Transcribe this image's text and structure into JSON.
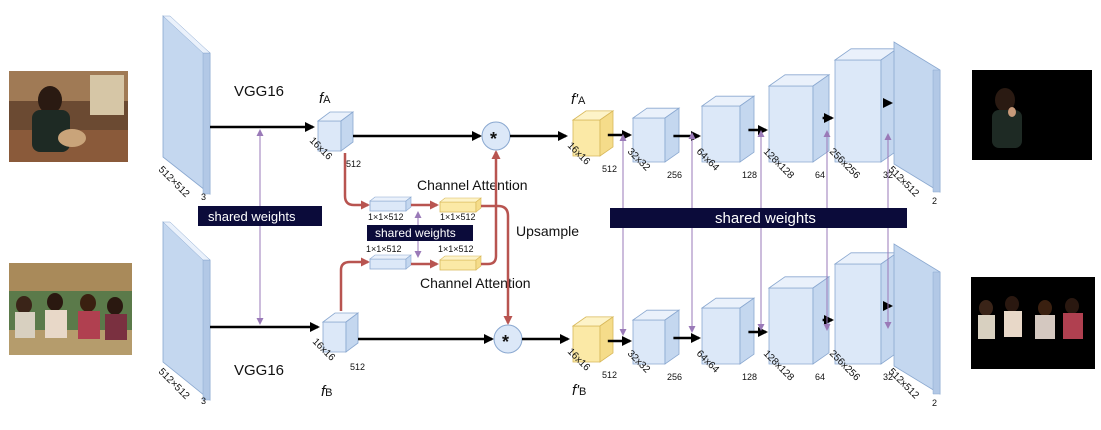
{
  "top_branch": {
    "backbone": "VGG16",
    "input_dim": "512×512",
    "input_ch": "3",
    "feature_name": "f",
    "feature_sub": "A",
    "feature_dim": "16x16",
    "feature_ch": "512",
    "upsampled_feature_name": "f'",
    "upsampled_feature_sub": "A"
  },
  "bottom_branch": {
    "backbone": "VGG16",
    "input_dim": "512×512",
    "input_ch": "3",
    "feature_name": "f",
    "feature_sub": "B",
    "feature_dim": "16x16",
    "feature_ch": "512",
    "upsampled_feature_name": "f'",
    "upsampled_feature_sub": "B"
  },
  "shared_weights_left": "shared weights",
  "shared_weights_mid": "shared weights",
  "shared_weights_right": "shared weights",
  "channel_attention_top": "Channel Attention",
  "channel_attention_bottom": "Channel Attention",
  "upsample_label": "Upsample",
  "multiply_symbol": "*",
  "attention_vec_blue_top": "1×1×512",
  "attention_vec_yellow_top": "1×1×512",
  "attention_vec_blue_bottom": "1×1×512",
  "attention_vec_yellow_bottom": "1×1×512",
  "decoder_top": [
    {
      "dim": "16x16",
      "ch": "512"
    },
    {
      "dim": "32x32",
      "ch": "256"
    },
    {
      "dim": "64x64",
      "ch": "128"
    },
    {
      "dim": "128x128",
      "ch": "64"
    },
    {
      "dim": "256x256",
      "ch": "32"
    },
    {
      "dim": "512x512",
      "ch": "2"
    }
  ],
  "decoder_bottom": [
    {
      "dim": "16x16",
      "ch": "512"
    },
    {
      "dim": "32x32",
      "ch": "256"
    },
    {
      "dim": "64x64",
      "ch": "128"
    },
    {
      "dim": "128x128",
      "ch": "64"
    },
    {
      "dim": "256x256",
      "ch": "32"
    },
    {
      "dim": "512x512",
      "ch": "2"
    }
  ],
  "colors": {
    "block_face": "#dce8f8",
    "block_side": "#c4d7ef",
    "block_top": "#eaf1fb",
    "block_edge": "#8aa8d0",
    "feature_face": "#fbe9a6",
    "feature_side": "#f5dc8a",
    "red_arrow": "#b85450",
    "purple_arrow": "#9a7ab8",
    "navy_box": "#0b0b3a"
  }
}
